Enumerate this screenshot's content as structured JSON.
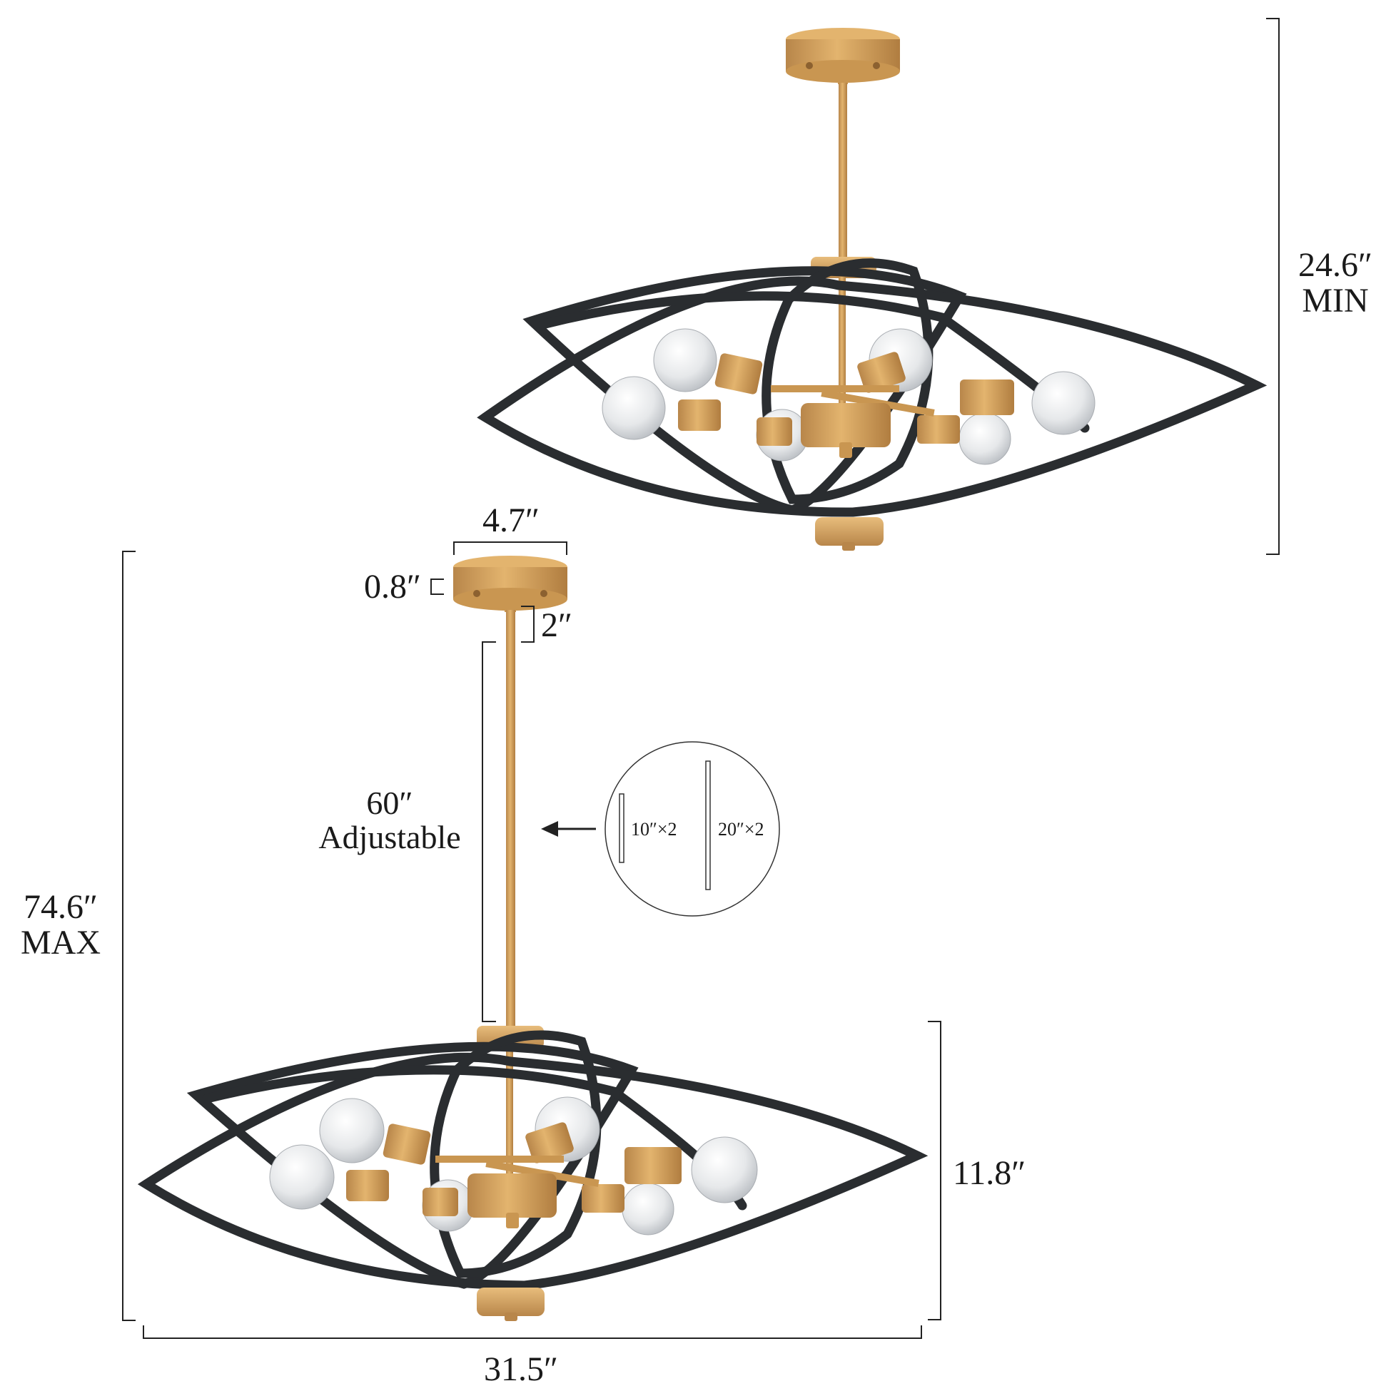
{
  "dimensions": {
    "min_height": {
      "value": "24.6″",
      "qualifier": "MIN"
    },
    "max_height": {
      "value": "74.6″",
      "qualifier": "MAX"
    },
    "canopy_width": "4.7″",
    "canopy_depth": "0.8″",
    "stem_top": "2″",
    "rod_length": {
      "value": "60″",
      "qualifier": "Adjustable"
    },
    "body_height": "11.8″",
    "body_width": "31.5″"
  },
  "rods": {
    "short": "10″×2",
    "long": "20″×2"
  },
  "colors": {
    "brass": "#d4a45e",
    "brass_dark": "#b8864a",
    "frame": "#2a2d30",
    "bulb": "#e9ecef",
    "line": "#222222"
  }
}
